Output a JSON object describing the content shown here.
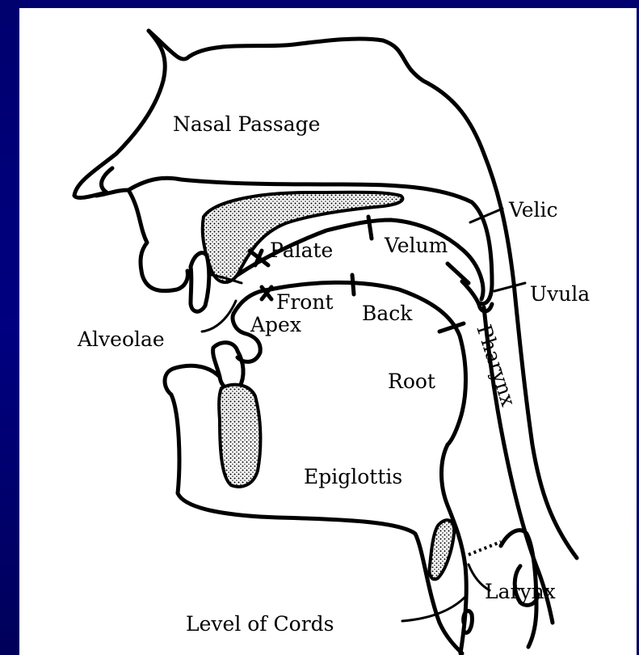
{
  "labels": {
    "nasal_passage": "Nasal Passage",
    "velic": "Velic",
    "palate": "Palate",
    "velum": "Velum",
    "uvula": "Uvula",
    "front": "Front",
    "back": "Back",
    "apex": "Apex",
    "alveolae": "Alveolae",
    "pharynx": "Pharynx",
    "root": "Root",
    "epiglottis": "Epiglottis",
    "larynx": "Larynx",
    "level_of_cords": "Level of Cords"
  },
  "colors": {
    "background": "#000080",
    "panel": "#ffffff",
    "ink": "#000000"
  }
}
